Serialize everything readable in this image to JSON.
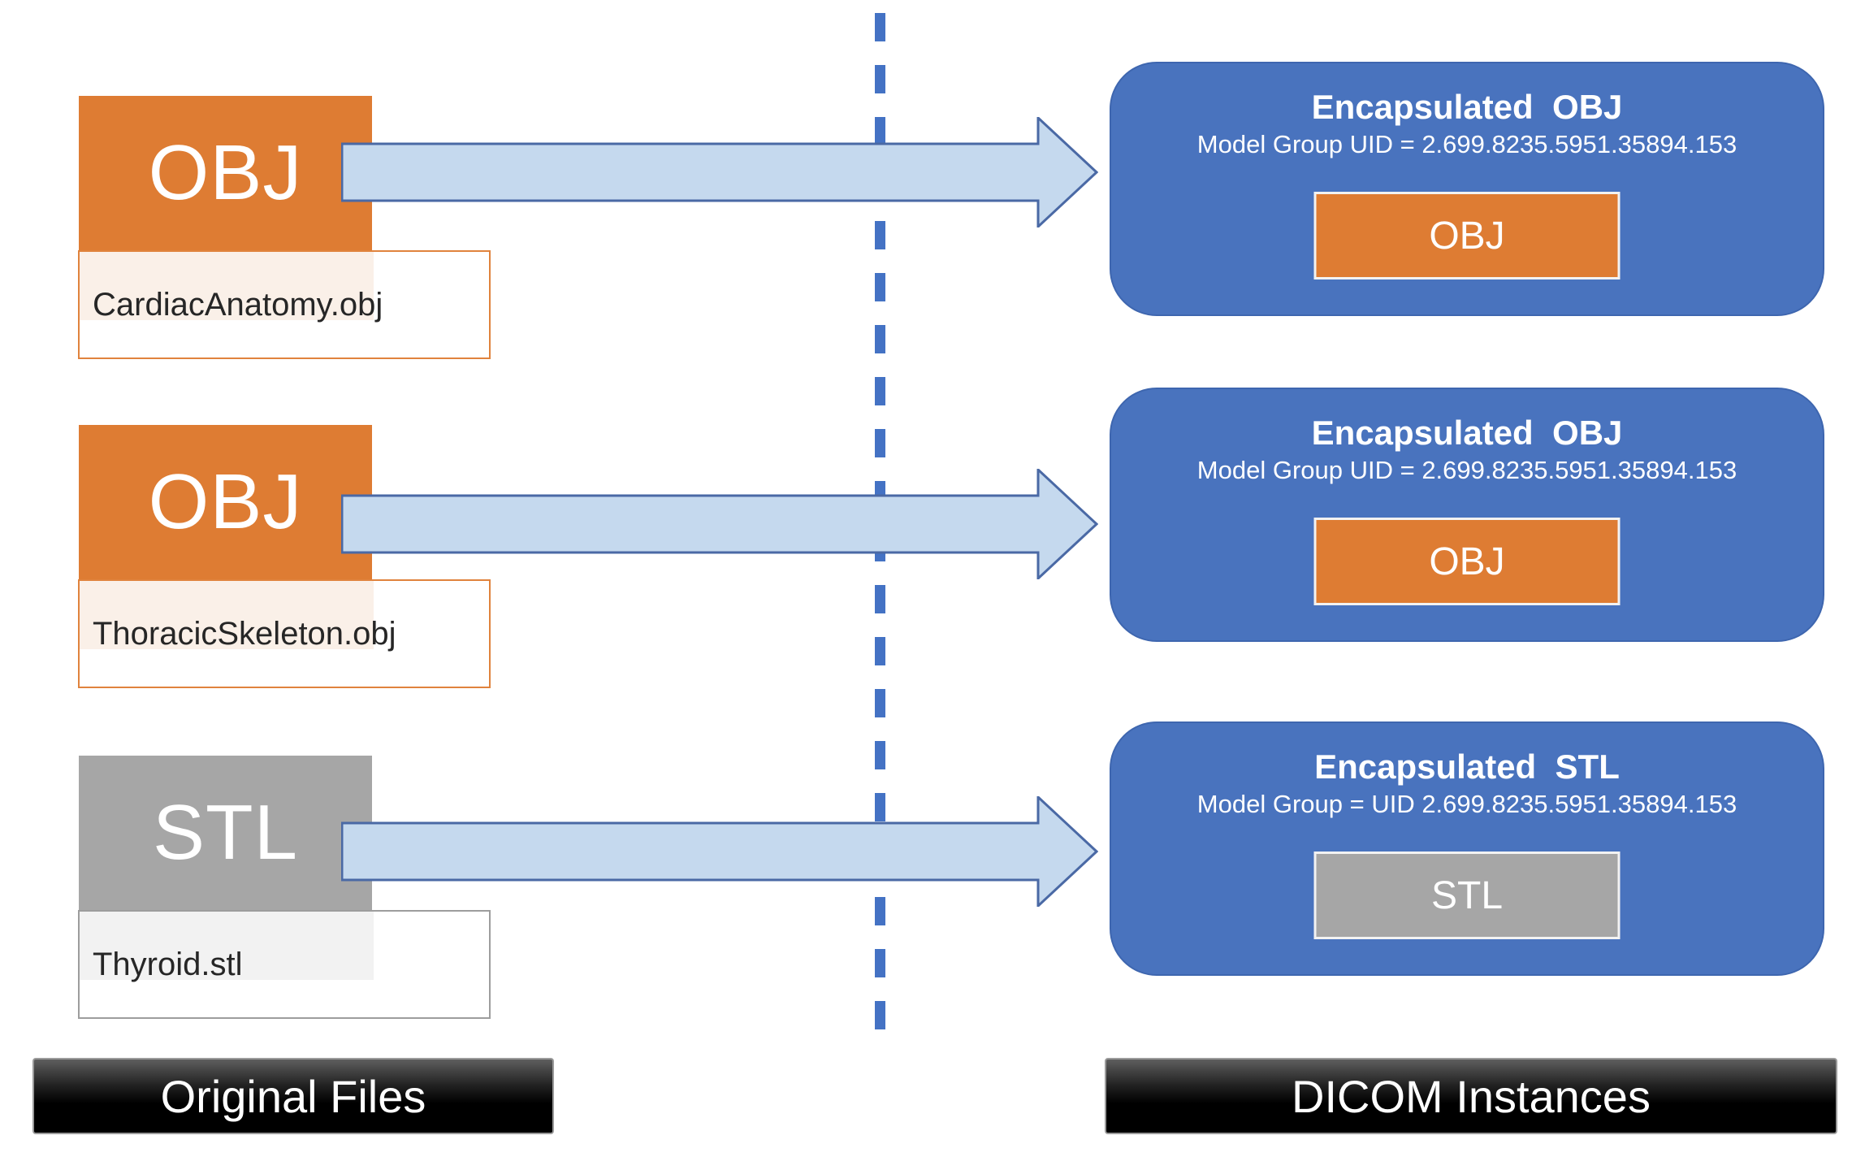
{
  "colors": {
    "orange": "#DE7C33",
    "orange_tint": "#FAF0E8",
    "gray": "#A6A6A6",
    "gray_tint": "#F2F2F2",
    "blue_box": "#4973BE",
    "blue_box_border": "#3E66AF",
    "arrow_fill": "#C5D9EE",
    "arrow_border": "#4A69A5",
    "divider_blue": "#4472C4",
    "label_border_orange": "#E0833D",
    "label_border_gray": "#9D9D9D",
    "filename_text": "#262626"
  },
  "original_files": {
    "footer": "Original Files",
    "items": [
      {
        "badge": "OBJ",
        "filename": "CardiacAnatomy.obj"
      },
      {
        "badge": "OBJ",
        "filename": "ThoracicSkeleton.obj"
      },
      {
        "badge": "STL",
        "filename": "Thyroid.stl"
      }
    ]
  },
  "dicom_instances": {
    "footer": "DICOM Instances",
    "items": [
      {
        "title": "Encapsulated  OBJ",
        "subtitle": "Model Group UID = 2.699.8235.5951.35894.153",
        "chip": "OBJ"
      },
      {
        "title": "Encapsulated  OBJ",
        "subtitle": "Model Group UID = 2.699.8235.5951.35894.153",
        "chip": "OBJ"
      },
      {
        "title": "Encapsulated  STL",
        "subtitle": "Model Group = UID 2.699.8235.5951.35894.153",
        "chip": "STL"
      }
    ]
  }
}
